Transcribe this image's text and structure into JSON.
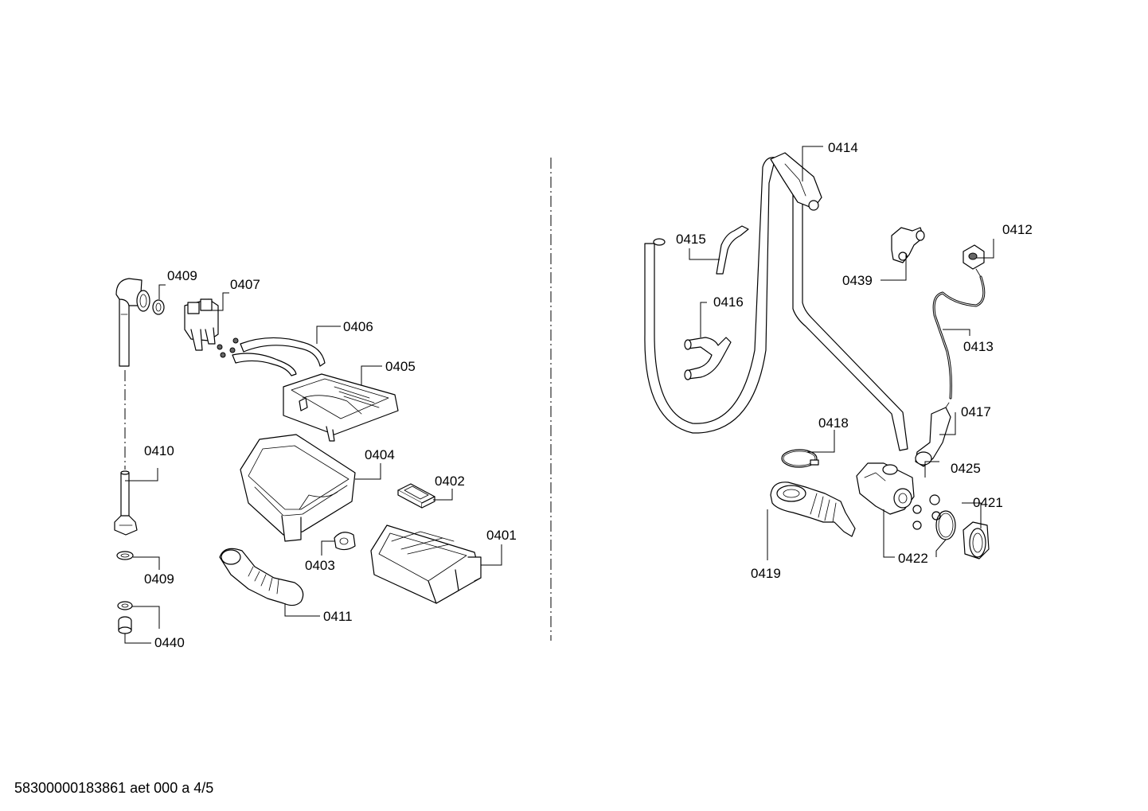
{
  "footer": "58300000183861 aet 000 a 4/5",
  "labels": {
    "p0409_top": "0409",
    "p0407": "0407",
    "p0406": "0406",
    "p0405": "0405",
    "p0410": "0410",
    "p0404": "0404",
    "p0402": "0402",
    "p0401": "0401",
    "p0403": "0403",
    "p0409_bottom": "0409",
    "p0411": "0411",
    "p0440": "0440",
    "p0414": "0414",
    "p0415": "0415",
    "p0412": "0412",
    "p0439": "0439",
    "p0416": "0416",
    "p0413": "0413",
    "p0417": "0417",
    "p0418": "0418",
    "p0425": "0425",
    "p0421": "0421",
    "p0422": "0422",
    "p0419": "0419"
  }
}
